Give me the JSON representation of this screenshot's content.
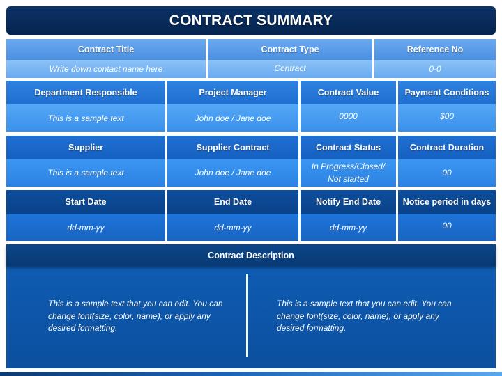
{
  "title": "CONTRACT SUMMARY",
  "row1": {
    "headers": [
      "Contract Title",
      "Contract Type",
      "Reference No"
    ],
    "values": [
      "Write down contact name here",
      "Contract",
      "0-0"
    ]
  },
  "row2": {
    "headers": [
      "Department Responsible",
      "Project Manager",
      "Contract Value",
      "Payment Conditions"
    ],
    "values": [
      "This is a sample text",
      "John doe / Jane doe",
      "0000",
      "$00"
    ]
  },
  "row3": {
    "headers": [
      "Supplier",
      "Supplier Contract",
      "Contract Status",
      "Contract Duration"
    ],
    "values": [
      "This is a sample text",
      "John doe / Jane doe",
      "In Progress/Closed/ Not started",
      "00"
    ]
  },
  "row4": {
    "headers": [
      "Start Date",
      "End Date",
      "Notify End Date",
      "Notice period in days"
    ],
    "values": [
      "dd-mm-yy",
      "dd-mm-yy",
      "dd-mm-yy",
      "00"
    ]
  },
  "description": {
    "header": "Contract Description",
    "left": "This is a sample text that you can edit. You can change font(size, color, name), or apply any desired formatting.",
    "right": "This is a sample text that you can edit. You can change font(size, color, name), or apply any desired formatting."
  }
}
